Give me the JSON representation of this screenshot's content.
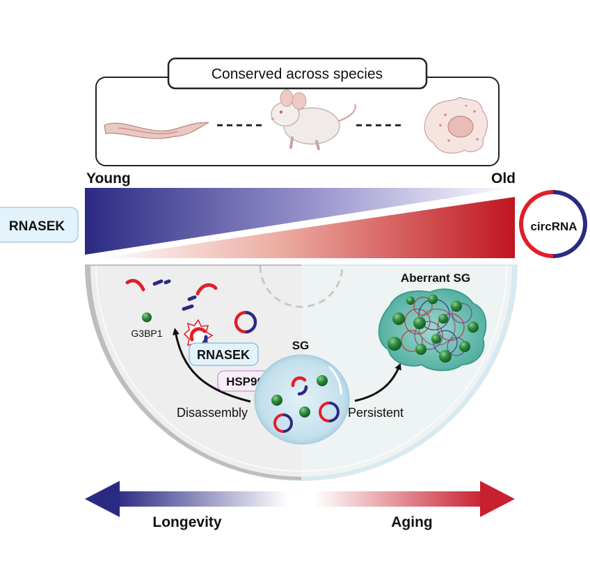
{
  "header": {
    "title": "Conserved across species",
    "organisms": [
      "worm-icon",
      "mouse-icon",
      "cell-icon"
    ]
  },
  "age_scale": {
    "young_label": "Young",
    "old_label": "Old"
  },
  "side_labels": {
    "left": "RNASEK",
    "right": "circRNA"
  },
  "mechanism": {
    "g3bp1_label": "G3BP1",
    "rnasek_label": "RNASEK",
    "hsp90_label": "HSP90",
    "sg_label": "SG",
    "disassembly_label": "Disassembly",
    "persistent_label": "Persistent",
    "aberrant_label": "Aberrant SG"
  },
  "outcome": {
    "left_label": "Longevity",
    "right_label": "Aging"
  },
  "colors": {
    "young_blue": "#2b2a83",
    "old_red": "#c8202f",
    "label_box": "#e3f3fb",
    "granule_green": "#2f8a3f",
    "droplet_blue": "#bcdcea"
  }
}
